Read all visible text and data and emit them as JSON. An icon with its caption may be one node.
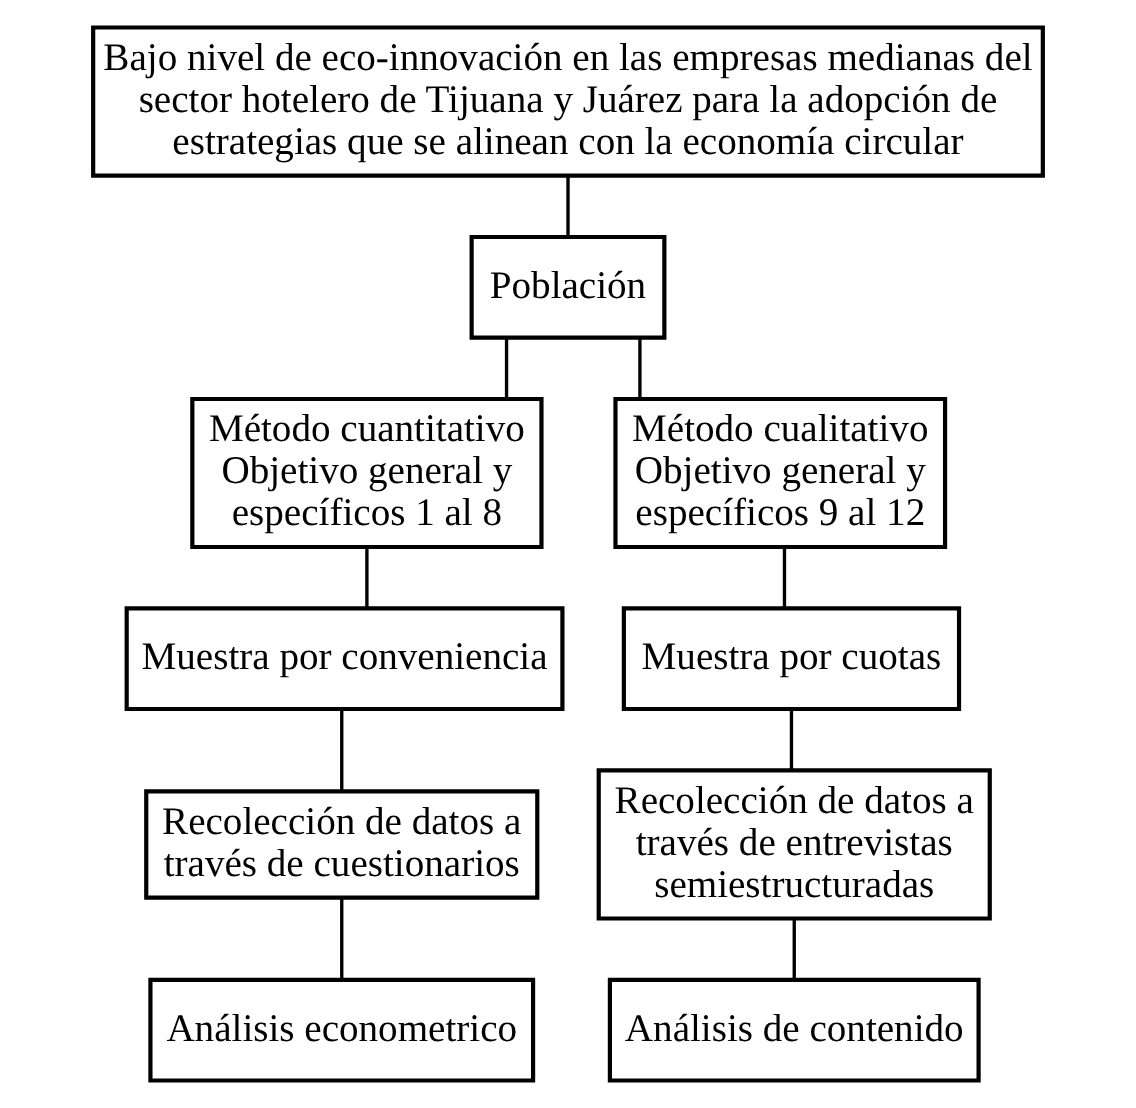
{
  "diagram": {
    "nodes": [
      {
        "text": [
          "Bajo nivel de eco-innovación en las empresas medianas del sector hotelero de Tijuana y Juárez para la adopción de estrategias que se alinean con la economía circular"
        ]
      },
      {
        "text": [
          "Población"
        ]
      },
      {
        "text": [
          "Método cuantitativo",
          "Objetivo general y específicos 1 al 8"
        ]
      },
      {
        "text": [
          "Método cualitativo",
          "Objetivo general y específicos 9 al 12"
        ]
      },
      {
        "text": [
          "Muestra por conveniencia"
        ]
      },
      {
        "text": [
          "Muestra por cuotas"
        ]
      },
      {
        "text": [
          "Recolección de datos a través de cuestionarios"
        ]
      },
      {
        "text": [
          "Recolección de datos a través de entrevistas semiestructuradas"
        ]
      },
      {
        "text": [
          "Análisis econometrico"
        ]
      },
      {
        "text": [
          "Análisis de contenido"
        ]
      }
    ],
    "edges": [
      {
        "from": 0,
        "to": 1,
        "arrow": "none"
      },
      {
        "from": 1,
        "to": 2,
        "arrow": "none"
      },
      {
        "from": 1,
        "to": 3,
        "arrow": "none"
      },
      {
        "from": 2,
        "to": 4,
        "arrow": "none"
      },
      {
        "from": 3,
        "to": 5,
        "arrow": "none"
      },
      {
        "from": 4,
        "to": 6,
        "arrow": "none"
      },
      {
        "from": 5,
        "to": 7,
        "arrow": "none"
      },
      {
        "from": 6,
        "to": 8,
        "arrow": "none"
      },
      {
        "from": 7,
        "to": 9,
        "arrow": "none"
      }
    ]
  }
}
